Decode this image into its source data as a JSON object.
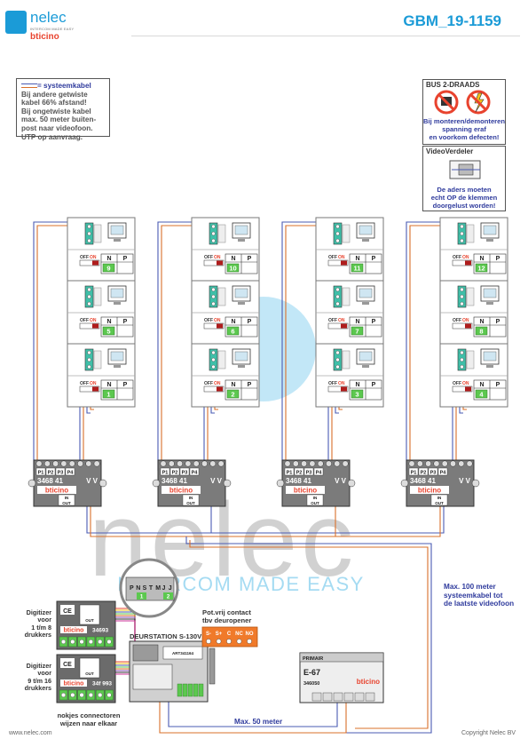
{
  "header": {
    "logo_name": "nelec",
    "logo_sub": "INTERCOM MADE EASY",
    "logo_brand": "bticino",
    "doc_code": "GBM_19-1159"
  },
  "notes": {
    "system_cable_key": "= systeemkabel",
    "system_cable_lines": [
      "Bij andere getwiste",
      "kabel 66% afstand!",
      "Bij ongetwiste kabel",
      "max. 50 meter buiten-",
      "post naar videofoon.",
      "UTP op aanvraag."
    ]
  },
  "bus_panel": {
    "title": "BUS 2-DRAADS",
    "lines": [
      "Bij monteren/demonteren",
      "spanning eraf",
      "en voorkom defecten!"
    ]
  },
  "splitter_panel": {
    "title": "VideoVerdeler",
    "lines": [
      "De aders moeten",
      "echt OP de klemmen",
      "doorgelust worden!"
    ]
  },
  "monitor": {
    "switch_off": "OFF",
    "switch_on": "ON",
    "col_n": "N",
    "col_p": "P"
  },
  "columns": [
    {
      "numbers": [
        "9",
        "5",
        "1"
      ]
    },
    {
      "numbers": [
        "10",
        "6",
        "2"
      ]
    },
    {
      "numbers": [
        "11",
        "7",
        "3"
      ]
    },
    {
      "numbers": [
        "12",
        "8",
        "4"
      ]
    }
  ],
  "distributor": {
    "ports": [
      "P1",
      "P2",
      "P3",
      "P4"
    ],
    "model": "3468 41",
    "vv": "V V",
    "brand": "bticino",
    "in": "IN",
    "out": "OUT"
  },
  "street_panel": {
    "name": "DEURSTATION S-130V",
    "art": "ART341164",
    "zoom_labels": [
      "P",
      "N",
      "S",
      "T",
      "M",
      "J",
      "J"
    ],
    "zoom_num_1": "1",
    "zoom_num_2": "2"
  },
  "digitizers": [
    {
      "caption": [
        "Digitizer",
        "voor",
        "1 t/m 8",
        "drukkers"
      ],
      "model": "34693"
    },
    {
      "caption": [
        "Digitizer",
        "voor",
        "9 t/m 16",
        "drukkers"
      ],
      "model": "34f 993"
    }
  ],
  "digitizer_brand": "bticino",
  "connector_note": [
    "nokjes connectoren",
    "wijzen naar elkaar"
  ],
  "contact": {
    "lines": [
      "Pot.vrij contact",
      "tbv deuropener"
    ],
    "terminals": [
      "S-",
      "S+",
      "C",
      "NC",
      "NO"
    ]
  },
  "psu": {
    "label": "PRIMAIR",
    "model": "E-67",
    "code": "346050",
    "brand": "bticino"
  },
  "distance_right": [
    "Max. 100 meter",
    "systeemkabel tot",
    "de laatste videofoon"
  ],
  "distance_bottom": "Max. 50 meter",
  "footer": {
    "url": "www.nelec.com",
    "copyright": "Copyright Nelec BV"
  },
  "watermark": {
    "text": "nelec",
    "tagline": "INTERCOM MADE EASY"
  },
  "colors": {
    "brand_blue": "#1b9bd7",
    "bticino_red": "#e8432e",
    "note_blue": "#2f3b9d",
    "wire_blue": "#4a5bb3",
    "wire_orange": "#d9702a",
    "terminal_green": "#3fbfa8",
    "contact_orange": "#f07a2a"
  }
}
